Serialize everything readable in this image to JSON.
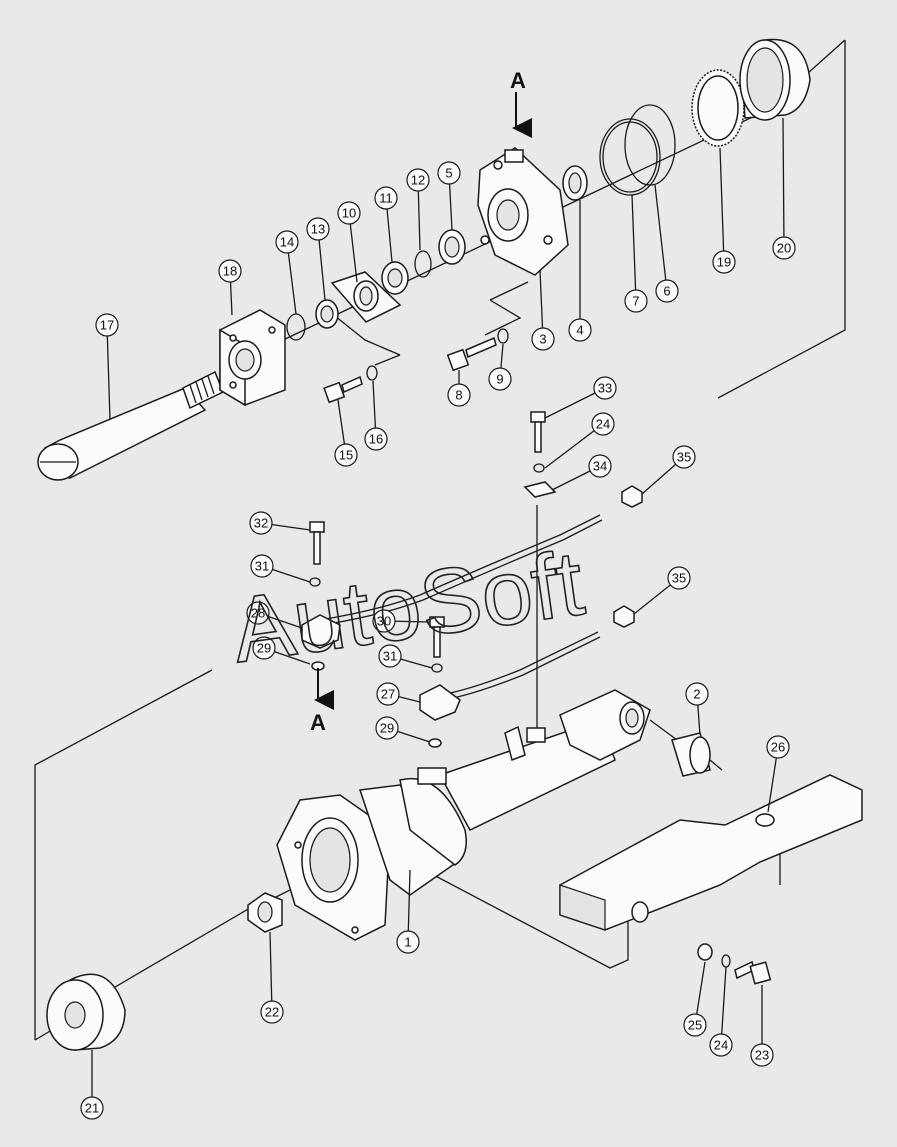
{
  "watermark": "AutoSoft",
  "section_marker": "A",
  "callouts": [
    "1",
    "2",
    "3",
    "4",
    "5",
    "6",
    "7",
    "8",
    "9",
    "10",
    "11",
    "12",
    "13",
    "14",
    "15",
    "16",
    "17",
    "18",
    "19",
    "20",
    "21",
    "22",
    "23",
    "24",
    "25",
    "26",
    "27",
    "28",
    "29",
    "30",
    "31",
    "32",
    "33",
    "34",
    "35"
  ],
  "colors": {
    "line": "#1a1a1a",
    "background": "#e9e9e9",
    "part_fill": "#fbfbfb"
  }
}
